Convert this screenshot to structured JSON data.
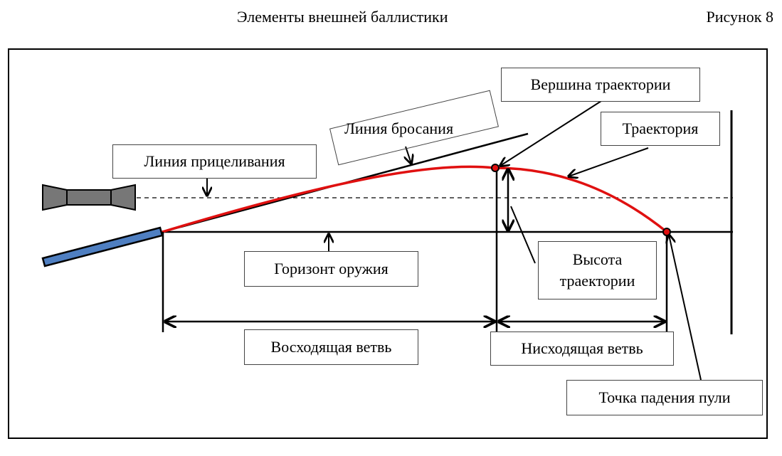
{
  "header": {
    "title": "Элементы внешней баллистики",
    "figure_label": "Рисунок 8"
  },
  "labels": {
    "aiming_line": "Линия прицеливания",
    "throwing_line": "Линия бросания",
    "trajectory_apex": "Вершина траектории",
    "trajectory": "Траектория",
    "weapon_horizon": "Горизонт оружия",
    "trajectory_height": "Высота траектории",
    "ascending_branch": "Восходящая ветвь",
    "descending_branch": "Нисходящая ветвь",
    "impact_point": "Точка падения пули"
  },
  "colors": {
    "trajectory": "#e01010",
    "barrel_fill": "#4f7fc1",
    "scope_fill": "#777777",
    "line": "#000000"
  }
}
